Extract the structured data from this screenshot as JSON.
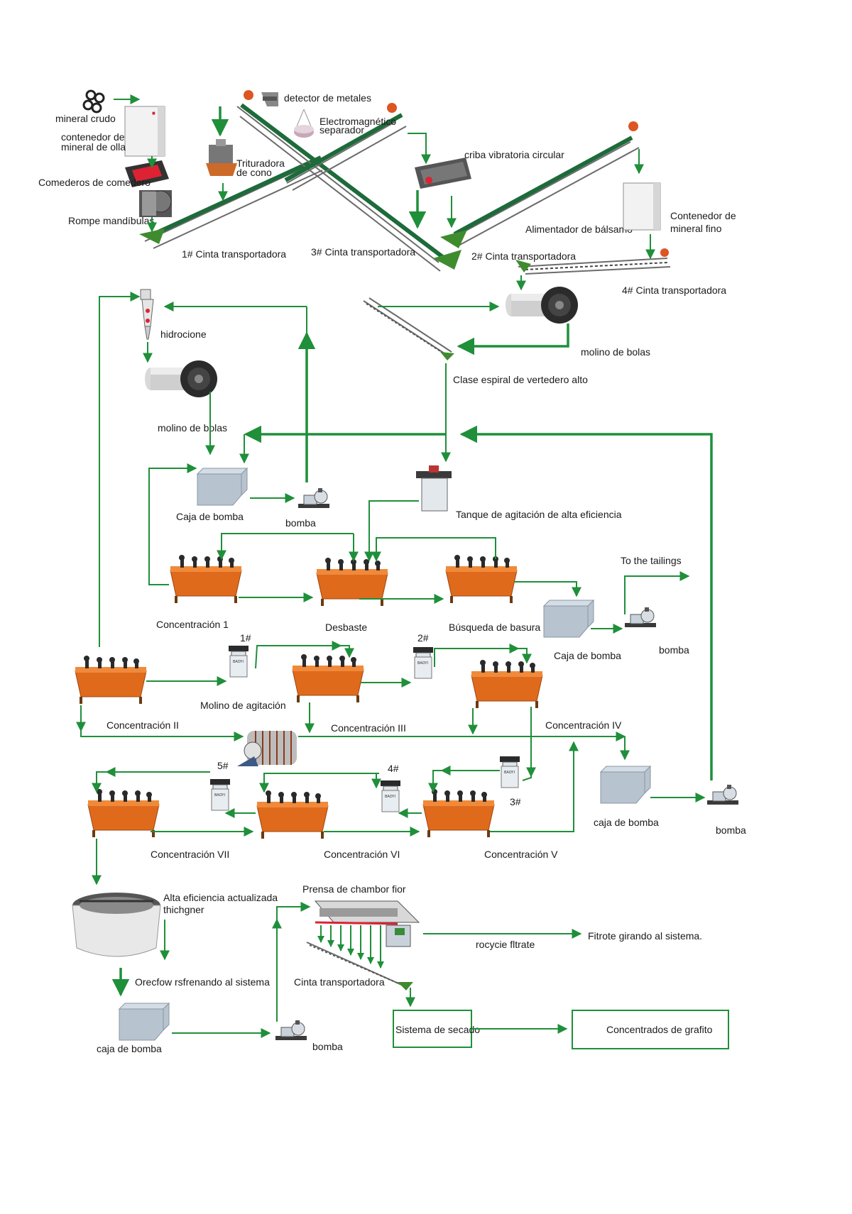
{
  "colors": {
    "flow": "#1f8f3a",
    "cell": "#e06a1c",
    "pump_box": "#b7c3cf"
  },
  "labels": {
    "raw_ore": "mineral crudo",
    "pot_bin_1": "contenedor de",
    "pot_bin_2": "mineral de olla",
    "feeder": "Comederos de comedero",
    "jaw": "Rompe mandíbulas",
    "conv1": "1# Cinta transportadora",
    "metal_detector": "detector de metales",
    "em_sep_1": "Electromagnético",
    "em_sep_2": "separador",
    "cone_1": "Trituradora",
    "cone_2": "de cono",
    "conv3": "3# Cinta transportadora",
    "screen": "criba vibratoria circular",
    "conv2": "2# Cinta transportadora",
    "pendulum": "Alimentador de bálsamo",
    "fine_bin_1": "Contenedor de",
    "fine_bin_2": "mineral fino",
    "conv4": "4# Cinta transportadora",
    "hydrocyclone": "hidrocione",
    "ball_mill_2": "molino de bolas",
    "ball_mill_1": "molino de bolas",
    "spiral": "Clase espiral de vertedero alto",
    "pump_box_1": "Caja de bomba",
    "pump_1": "bomba",
    "agitation_tank": "Tanque de agitación de alta eficiencia",
    "conc1": "Concentración 1",
    "roughing": "Desbaste",
    "scavenging": "Búsqueda de basura",
    "to_tailings": "To the tailings",
    "pump_box_2": "Caja de bomba",
    "pump_2": "bomba",
    "n1": "1#",
    "n2": "2#",
    "agit_mill": "Molino de agitación",
    "conc2": "Concentración II",
    "conc3": "Concentración III",
    "conc4": "Concentración IV",
    "n5": "5#",
    "n4": "4#",
    "n3": "3#",
    "pump_box_3": "caja de bomba",
    "pump_3": "bomba",
    "conc7": "Concentración VII",
    "conc6": "Concentración VI",
    "conc5": "Concentración V",
    "thickener_1": "Alta eficiencia actualizada",
    "thickener_2": "thichgner",
    "press": "Prensa de chambor fior",
    "recycle": "rocycie fltrate",
    "filtrate": "Fitrote girando al sistema.",
    "overflow": "Orecfow rsfrenando al sistema",
    "conv_final": "Cinta transportadora",
    "pump_box_4": "caja de bomba",
    "pump_4": "bomba",
    "dryer": "Sistema de secado",
    "graphite": "Concentrados de grafito"
  }
}
